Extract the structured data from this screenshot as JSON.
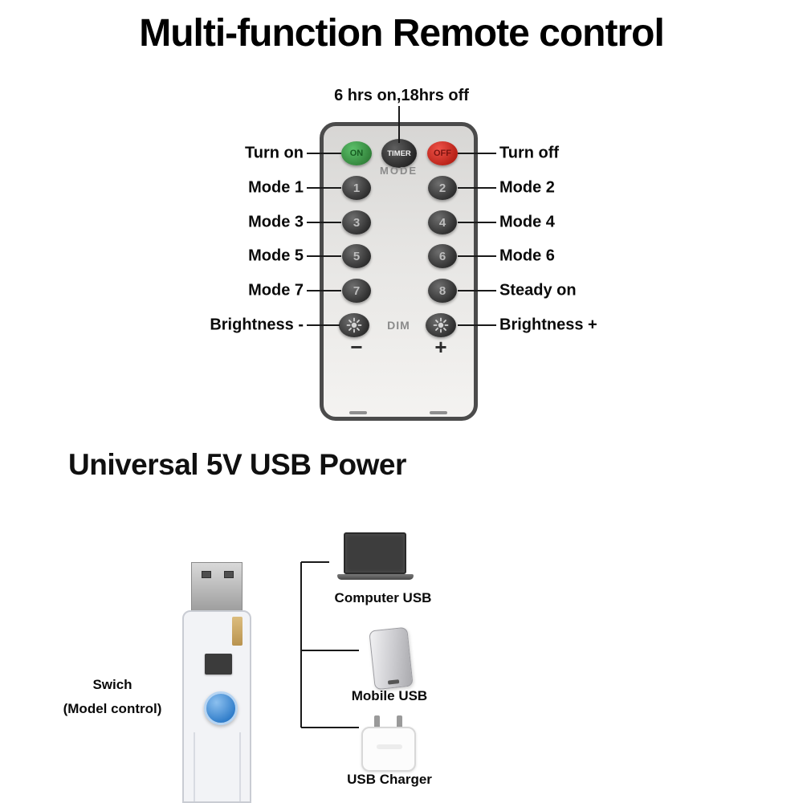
{
  "title": "Multi-function Remote control",
  "remote": {
    "timer_note": "6 hrs on,18hrs off",
    "mode_label": "MODE",
    "dim_label": "DIM",
    "minus_label": "−",
    "plus_label": "+",
    "power_buttons": {
      "on": "ON",
      "timer": "TIMER",
      "off": "OFF"
    },
    "number_buttons": [
      "1",
      "2",
      "3",
      "4",
      "5",
      "6",
      "7",
      "8"
    ],
    "left_labels": [
      "Turn on",
      "Mode 1",
      "Mode 3",
      "Mode 5",
      "Mode 7",
      "Brightness -"
    ],
    "right_labels": [
      "Turn off",
      "Mode 2",
      "Mode 4",
      "Mode 6",
      "Steady on",
      "Brightness +"
    ]
  },
  "usb_section": {
    "heading": "Universal 5V USB Power",
    "switch_label": "Swich",
    "switch_sublabel": "(Model control)",
    "devices": [
      "Computer USB",
      "Mobile USB",
      "USB Charger"
    ]
  },
  "colors": {
    "on_button": "#3f9e46",
    "off_button": "#cf2a20",
    "dark_button": "#3a3a3a",
    "switch_button_blue": "#3f8fd6",
    "line": "#1a1a1a"
  }
}
